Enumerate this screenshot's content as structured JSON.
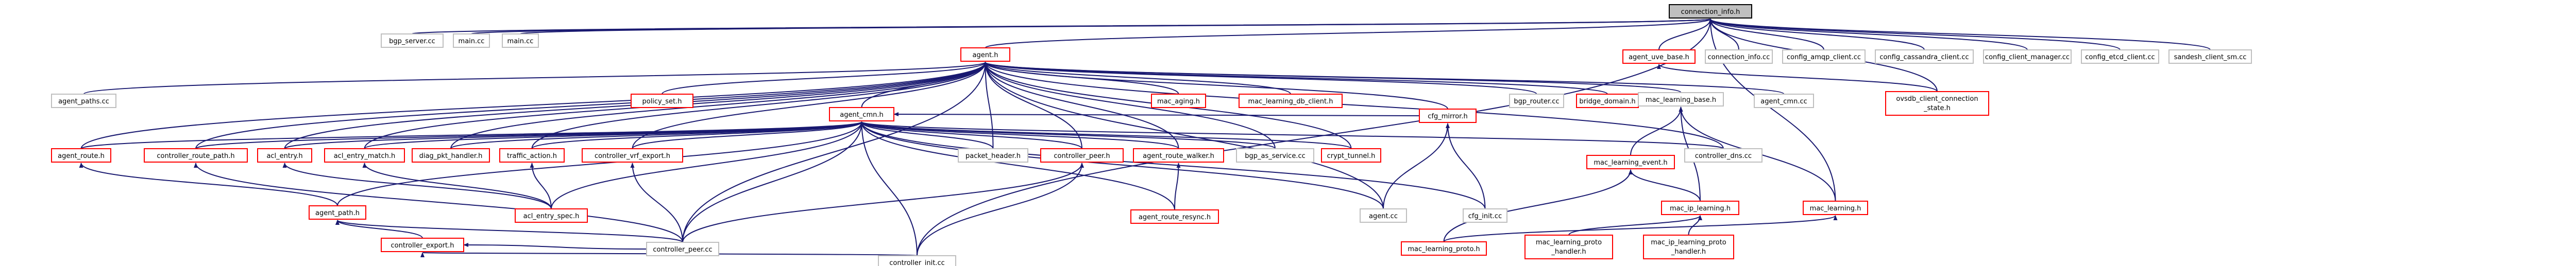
{
  "graph": {
    "nodes": [
      {
        "id": "root",
        "label": "connection_info.h",
        "kind": "root"
      },
      {
        "id": "bgp_server",
        "label": "bgp_server.cc"
      },
      {
        "id": "main1",
        "label": "main.cc"
      },
      {
        "id": "main2",
        "label": "main.cc"
      },
      {
        "id": "agent_h",
        "label": "agent.h",
        "kind": "red"
      },
      {
        "id": "ovsdb_base",
        "label": "agent_uve_base.h",
        "kind": "red"
      },
      {
        "id": "connection_info_cc",
        "label": "connection_info.cc"
      },
      {
        "id": "config_amqp",
        "label": "config_amqp_client.cc"
      },
      {
        "id": "config_cass",
        "label": "config_cassandra_client.cc"
      },
      {
        "id": "config_mgr",
        "label": "config_client_manager.cc"
      },
      {
        "id": "config_etcd",
        "label": "config_etcd_client.cc"
      },
      {
        "id": "sandesh_sm",
        "label": "sandesh_client_sm.cc"
      },
      {
        "id": "agent_paths",
        "label": "agent_paths.cc"
      },
      {
        "id": "policy_set",
        "label": "policy_set.h",
        "kind": "red"
      },
      {
        "id": "agent_cmn",
        "label": "agent_cmn.h",
        "kind": "red"
      },
      {
        "id": "mac_aging",
        "label": "mac_aging.h",
        "kind": "red"
      },
      {
        "id": "mac_learning_db_client",
        "label": "mac_learning_db_client.h",
        "kind": "red"
      },
      {
        "id": "cfg_mirror",
        "label": "cfg_mirror.h",
        "kind": "red"
      },
      {
        "id": "bgp_router",
        "label": "bgp_router.cc"
      },
      {
        "id": "bridge_domain",
        "label": "bridge_domain.h",
        "kind": "red"
      },
      {
        "id": "mac_learning_base",
        "label": "mac_learning_base.h"
      },
      {
        "id": "agent_cmn_cc",
        "label": "agent_cmn.cc"
      },
      {
        "id": "ovsdb_client_conn",
        "label": [
          "ovsdb_client_connection",
          "_state.h"
        ],
        "kind": "red"
      },
      {
        "id": "agent_route",
        "label": "agent_route.h",
        "kind": "red"
      },
      {
        "id": "controller_route_path",
        "label": "controller_route_path.h",
        "kind": "red"
      },
      {
        "id": "acl_entry",
        "label": "acl_entry.h",
        "kind": "red"
      },
      {
        "id": "acl_entry_match",
        "label": "acl_entry_match.h",
        "kind": "red"
      },
      {
        "id": "diag_pkt_handler",
        "label": "diag_pkt_handler.h",
        "kind": "red"
      },
      {
        "id": "traffic_action",
        "label": "traffic_action.h",
        "kind": "red"
      },
      {
        "id": "controller_vrf_export",
        "label": "controller_vrf_export.h",
        "kind": "red"
      },
      {
        "id": "packet_header",
        "label": "packet_header.h"
      },
      {
        "id": "controller_peer_h",
        "label": "controller_peer.h",
        "kind": "red"
      },
      {
        "id": "agent_route_walker",
        "label": "agent_route_walker.h",
        "kind": "red"
      },
      {
        "id": "bgp_as_service",
        "label": "bgp_as_service.cc"
      },
      {
        "id": "crypt_tunnel",
        "label": "crypt_tunnel.h",
        "kind": "red"
      },
      {
        "id": "controller_dns",
        "label": "controller_dns.cc"
      },
      {
        "id": "mac_learning_event",
        "label": "mac_learning_event.h",
        "kind": "red"
      },
      {
        "id": "acl_entry_spec",
        "label": "acl_entry_spec.h",
        "kind": "red"
      },
      {
        "id": "agent_path",
        "label": "agent_path.h",
        "kind": "red"
      },
      {
        "id": "agent_route_resync",
        "label": "agent_route_resync.h",
        "kind": "red"
      },
      {
        "id": "agent_cc",
        "label": "agent.cc"
      },
      {
        "id": "cfg_init",
        "label": "cfg_init.cc"
      },
      {
        "id": "mac_ip_learning",
        "label": "mac_ip_learning.h",
        "kind": "red"
      },
      {
        "id": "mac_learning_h",
        "label": "mac_learning.h",
        "kind": "red"
      },
      {
        "id": "controller_peer_cc",
        "label": "controller_peer.cc"
      },
      {
        "id": "mac_learning_proto",
        "label": "mac_learning_proto.h",
        "kind": "red"
      },
      {
        "id": "mac_learning_proto_handler",
        "label": [
          "mac_learning_proto",
          "_handler.h"
        ],
        "kind": "red"
      },
      {
        "id": "mac_ip_learning_proto_handler",
        "label": [
          "mac_ip_learning_proto",
          "_handler.h"
        ],
        "kind": "red"
      },
      {
        "id": "controller_export",
        "label": "controller_export.h",
        "kind": "red"
      },
      {
        "id": "controller_init",
        "label": "controller_init.cc"
      }
    ],
    "edges": [
      [
        "bgp_server",
        "root"
      ],
      [
        "main1",
        "root"
      ],
      [
        "main2",
        "root"
      ],
      [
        "agent_h",
        "root"
      ],
      [
        "ovsdb_base",
        "root"
      ],
      [
        "connection_info_cc",
        "root"
      ],
      [
        "config_amqp",
        "root"
      ],
      [
        "config_cass",
        "root"
      ],
      [
        "config_mgr",
        "root"
      ],
      [
        "config_etcd",
        "root"
      ],
      [
        "sandesh_sm",
        "root"
      ],
      [
        "ovsdb_client_conn",
        "root"
      ],
      [
        "controller_init",
        "root"
      ],
      [
        "mac_learning_h",
        "root"
      ],
      [
        "agent_paths",
        "agent_h"
      ],
      [
        "policy_set",
        "agent_h"
      ],
      [
        "agent_cmn",
        "agent_h"
      ],
      [
        "mac_aging",
        "agent_h"
      ],
      [
        "mac_learning_db_client",
        "agent_h"
      ],
      [
        "cfg_mirror",
        "agent_h"
      ],
      [
        "bgp_router",
        "agent_h"
      ],
      [
        "bridge_domain",
        "agent_h"
      ],
      [
        "mac_learning_base",
        "agent_h"
      ],
      [
        "agent_cmn_cc",
        "agent_h"
      ],
      [
        "agent_route",
        "agent_h"
      ],
      [
        "controller_route_path",
        "agent_h"
      ],
      [
        "acl_entry",
        "agent_h"
      ],
      [
        "acl_entry_match",
        "agent_h"
      ],
      [
        "diag_pkt_handler",
        "agent_h"
      ],
      [
        "traffic_action",
        "agent_h"
      ],
      [
        "controller_vrf_export",
        "agent_h"
      ],
      [
        "packet_header",
        "agent_h"
      ],
      [
        "controller_peer_h",
        "agent_h"
      ],
      [
        "agent_route_walker",
        "agent_h"
      ],
      [
        "bgp_as_service",
        "agent_h"
      ],
      [
        "crypt_tunnel",
        "agent_h"
      ],
      [
        "controller_dns",
        "agent_h"
      ],
      [
        "agent_cc",
        "agent_h"
      ],
      [
        "controller_peer_cc",
        "agent_h"
      ],
      [
        "ovsdb_client_conn",
        "ovsdb_base"
      ],
      [
        "agent_route",
        "agent_cmn"
      ],
      [
        "controller_route_path",
        "agent_cmn"
      ],
      [
        "acl_entry",
        "agent_cmn"
      ],
      [
        "acl_entry_match",
        "agent_cmn"
      ],
      [
        "diag_pkt_handler",
        "agent_cmn"
      ],
      [
        "traffic_action",
        "agent_cmn"
      ],
      [
        "controller_vrf_export",
        "agent_cmn"
      ],
      [
        "packet_header",
        "agent_cmn"
      ],
      [
        "controller_peer_h",
        "agent_cmn"
      ],
      [
        "agent_route_walker",
        "agent_cmn"
      ],
      [
        "bgp_as_service",
        "agent_cmn"
      ],
      [
        "crypt_tunnel",
        "agent_cmn"
      ],
      [
        "cfg_mirror",
        "agent_cmn"
      ],
      [
        "controller_dns",
        "agent_cmn"
      ],
      [
        "acl_entry_spec",
        "agent_cmn"
      ],
      [
        "agent_path",
        "agent_cmn"
      ],
      [
        "agent_route_resync",
        "agent_cmn"
      ],
      [
        "agent_cc",
        "agent_cmn"
      ],
      [
        "cfg_init",
        "agent_cmn"
      ],
      [
        "controller_peer_cc",
        "agent_cmn"
      ],
      [
        "controller_init",
        "agent_cmn"
      ],
      [
        "mac_learning_event",
        "mac_learning_base"
      ],
      [
        "mac_ip_learning",
        "mac_learning_base"
      ],
      [
        "mac_learning_h",
        "mac_learning_base"
      ],
      [
        "mac_ip_learning",
        "mac_learning_event"
      ],
      [
        "mac_learning_proto",
        "mac_learning_event"
      ],
      [
        "mac_learning_proto_handler",
        "mac_ip_learning"
      ],
      [
        "mac_ip_learning_proto_handler",
        "mac_ip_learning"
      ],
      [
        "mac_learning_proto",
        "mac_learning_h"
      ],
      [
        "agent_path",
        "agent_route"
      ],
      [
        "controller_peer_cc",
        "controller_route_path"
      ],
      [
        "acl_entry_spec",
        "acl_entry"
      ],
      [
        "acl_entry_spec",
        "acl_entry_match"
      ],
      [
        "acl_entry_spec",
        "traffic_action"
      ],
      [
        "controller_peer_cc",
        "controller_vrf_export"
      ],
      [
        "controller_peer_cc",
        "controller_peer_h"
      ],
      [
        "controller_init",
        "controller_peer_h"
      ],
      [
        "agent_route_resync",
        "agent_route_walker"
      ],
      [
        "agent_cc",
        "cfg_mirror"
      ],
      [
        "cfg_init",
        "cfg_mirror"
      ],
      [
        "controller_export",
        "agent_path"
      ],
      [
        "controller_peer_cc",
        "agent_path"
      ],
      [
        "controller_init",
        "controller_export"
      ],
      [
        "controller_peer_cc",
        "controller_export"
      ]
    ]
  }
}
